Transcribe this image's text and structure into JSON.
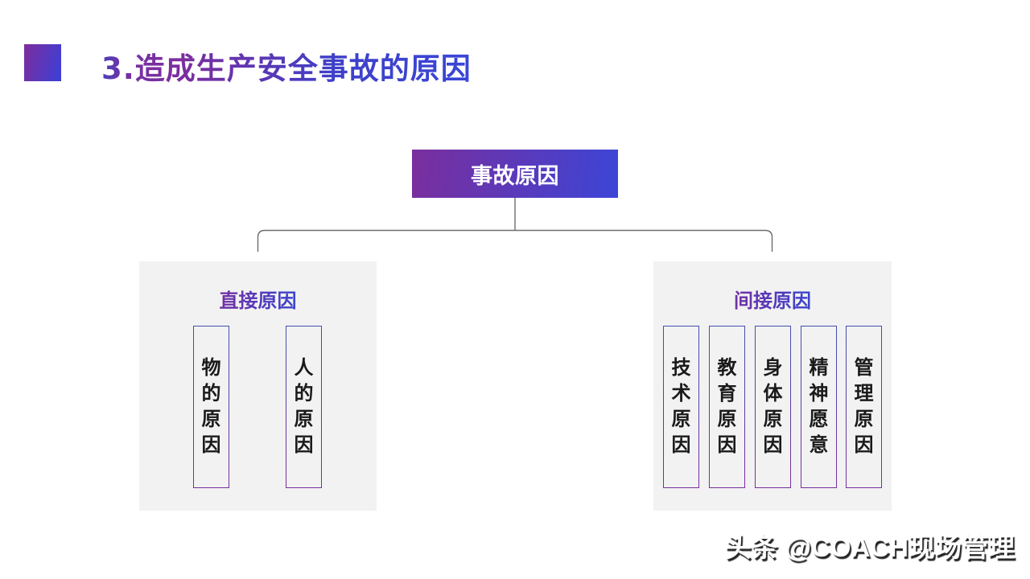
{
  "slide": {
    "title": "3.造成生产安全事故的原因",
    "watermark": "头条 @COACH现场管理"
  },
  "diagram": {
    "root": {
      "label": "事故原因"
    },
    "groups": [
      {
        "title": "直接原因",
        "items": [
          {
            "label": "物的原因"
          },
          {
            "label": "人的原因"
          }
        ]
      },
      {
        "title": "间接原因",
        "items": [
          {
            "label": "技术原因"
          },
          {
            "label": "教育原因"
          },
          {
            "label": "身体原因"
          },
          {
            "label": "精神愿意"
          },
          {
            "label": "管理原因"
          }
        ]
      }
    ]
  },
  "colors": {
    "accent_purple": "#7b2d9e",
    "accent_blue": "#3c45d6",
    "panel_background": "#f2f2f2",
    "connector_gray": "#6e6e6e",
    "box_text": "#1a1a1a"
  }
}
